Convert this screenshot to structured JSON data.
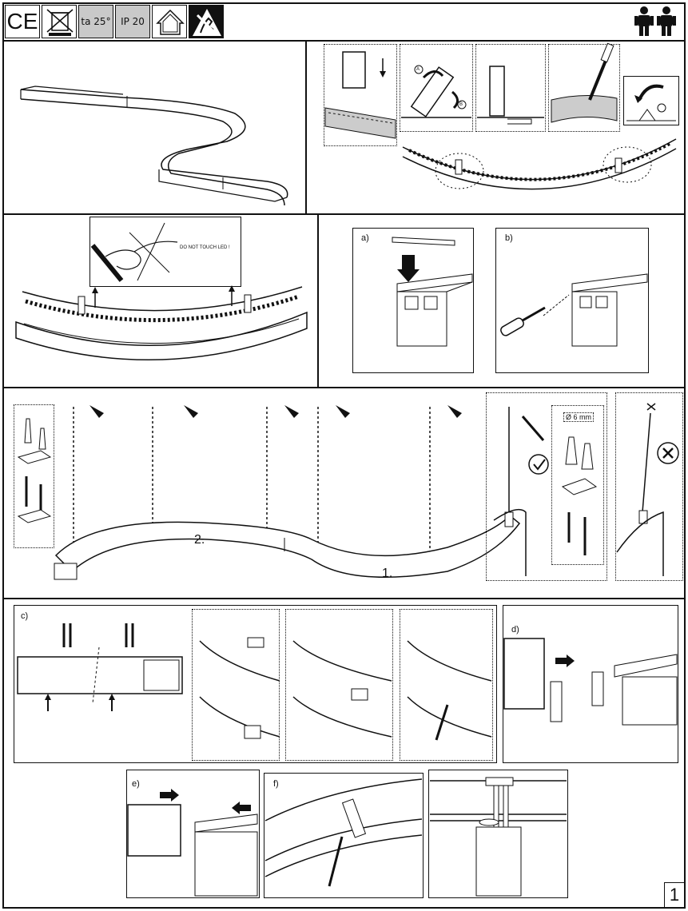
{
  "header": {
    "ce_mark": "CE",
    "temp_label": "ta 25°",
    "ip_label": "IP 20",
    "icons": [
      "weee-bin-icon",
      "indoor-house-icon",
      "esd-warning-icon",
      "two-persons-icon"
    ]
  },
  "warnings": {
    "do_not_touch": "DO NOT TOUCH LED !"
  },
  "steps": {
    "a": "a)",
    "b": "b)",
    "c": "c)",
    "d": "d)",
    "e": "e)",
    "f": "f)",
    "part1": "1.",
    "part2": "2.",
    "hole_size": "Ø 6 mm",
    "circle_a": "A",
    "circle_b": "B"
  },
  "page_number": "1"
}
